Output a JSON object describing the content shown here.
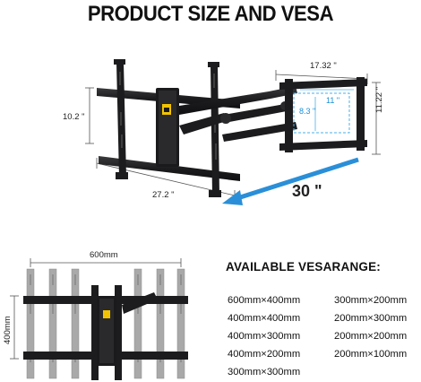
{
  "title": "PRODUCT SIZE AND VESA",
  "top_diagram": {
    "height_label": "10.2 \"",
    "width_label": "27.2 \"",
    "arm_length_label": "17.32 \"",
    "plate_height_label": "11.22 \"",
    "inner_width_label": "11 \"",
    "inner_height_label": "8.3 \"",
    "extension_label": "30 \""
  },
  "bottom_diagram": {
    "width_label": "600mm",
    "height_label": "400mm"
  },
  "vesa": {
    "heading": "AVAILABLE VESARANGE:",
    "left": [
      "600mm×400mm",
      "400mm×400mm",
      "400mm×300mm",
      "400mm×200mm",
      "300mm×300mm"
    ],
    "right": [
      "300mm×200mm",
      "200mm×300mm",
      "200mm×200mm",
      "200mm×100mm"
    ]
  },
  "colors": {
    "mount": "#1c1c1e",
    "mount_highlight": "#3a3a3c",
    "dim_line": "#444444",
    "accent_blue": "#2a8fd8",
    "inner_blue": "#4ab2ea",
    "logo_yellow": "#f2c300",
    "grey_rail": "#a9a9a9"
  }
}
